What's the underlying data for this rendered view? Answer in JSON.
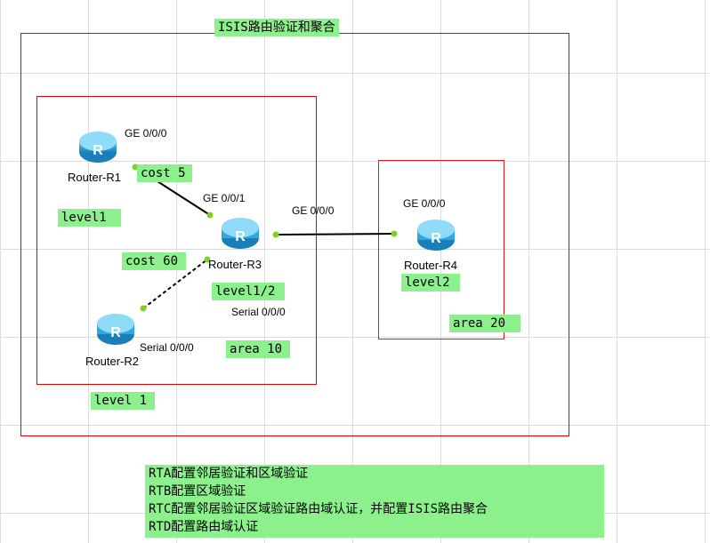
{
  "title": "ISIS路由验证和聚合",
  "routers": [
    {
      "name": "Router-R1",
      "icon": "router-icon"
    },
    {
      "name": "Router-R2",
      "icon": "router-icon"
    },
    {
      "name": "Router-R3",
      "icon": "router-icon"
    },
    {
      "name": "Router-R4",
      "icon": "router-icon"
    }
  ],
  "interfaces": {
    "r1_ge": "GE 0/0/0",
    "r3_ge1": "GE 0/0/1",
    "r3_ge0": "GE 0/0/0",
    "r4_ge": "GE 0/0/0",
    "r3_serial": "Serial 0/0/0",
    "r2_serial": "Serial 0/0/0"
  },
  "tags": {
    "cost_r1": "cost 5",
    "cost_r2": "cost 60",
    "level1": "level1",
    "level12": "level1/2",
    "area10": "area 10",
    "level2": "level2",
    "area20": "area 20",
    "level_1": "level 1"
  },
  "notes": [
    "RTA配置邻居验证和区域验证",
    "RTB配置区域验证",
    "RTC配置邻居验证区域验证路由域认证，并配置ISIS路由聚合",
    "RTD配置路由域认证"
  ],
  "colors": {
    "border": "#e60000",
    "tag": "#8cf08c",
    "router": "#2fa8df",
    "port": "#7ed321"
  }
}
